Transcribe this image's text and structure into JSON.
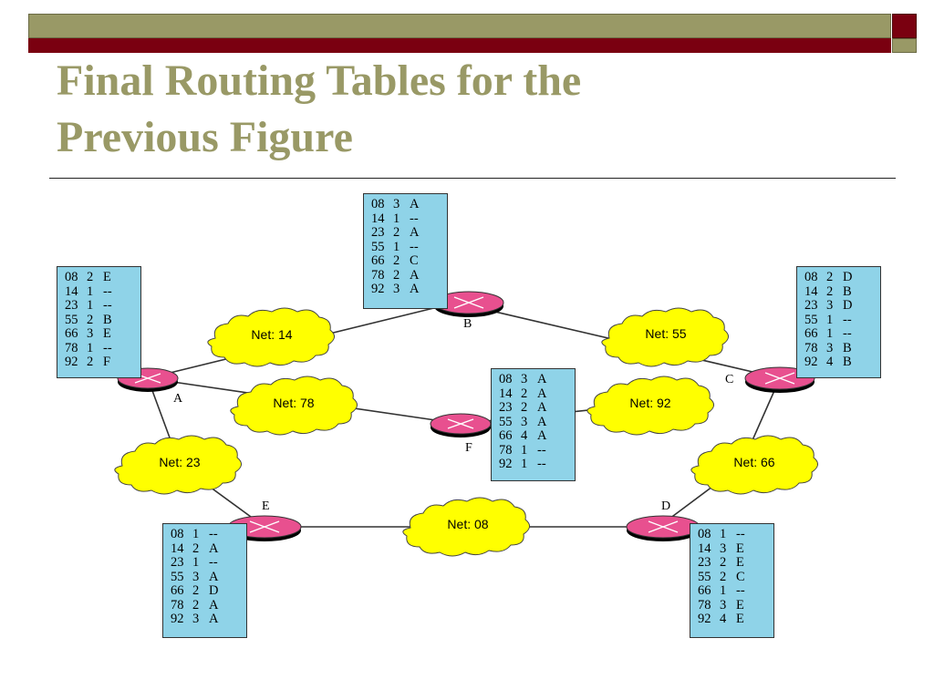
{
  "title": "Final Routing Tables for the Previous Figure",
  "title_lines": [
    "Final Routing Tables for the",
    "Previous Figure"
  ],
  "colors": {
    "header_olive": "#999966",
    "header_red": "#7a0010",
    "router": "#e8508f",
    "cloud": "#ffff00",
    "table": "#8fd3e8"
  },
  "routers": {
    "A": {
      "label": "A",
      "table": [
        [
          "08",
          "2",
          "E"
        ],
        [
          "14",
          "1",
          "--"
        ],
        [
          "23",
          "1",
          "--"
        ],
        [
          "55",
          "2",
          "B"
        ],
        [
          "66",
          "3",
          "E"
        ],
        [
          "78",
          "1",
          "--"
        ],
        [
          "92",
          "2",
          "F"
        ]
      ]
    },
    "B": {
      "label": "B",
      "table": [
        [
          "08",
          "3",
          "A"
        ],
        [
          "14",
          "1",
          "--"
        ],
        [
          "23",
          "2",
          "A"
        ],
        [
          "55",
          "1",
          "--"
        ],
        [
          "66",
          "2",
          "C"
        ],
        [
          "78",
          "2",
          "A"
        ],
        [
          "92",
          "3",
          "A"
        ]
      ]
    },
    "C": {
      "label": "C",
      "table": [
        [
          "08",
          "2",
          "D"
        ],
        [
          "14",
          "2",
          "B"
        ],
        [
          "23",
          "3",
          "D"
        ],
        [
          "55",
          "1",
          "--"
        ],
        [
          "66",
          "1",
          "--"
        ],
        [
          "78",
          "3",
          "B"
        ],
        [
          "92",
          "4",
          "B"
        ]
      ]
    },
    "D": {
      "label": "D",
      "table": [
        [
          "08",
          "1",
          "--"
        ],
        [
          "14",
          "3",
          "E"
        ],
        [
          "23",
          "2",
          "E"
        ],
        [
          "55",
          "2",
          "C"
        ],
        [
          "66",
          "1",
          "--"
        ],
        [
          "78",
          "3",
          "E"
        ],
        [
          "92",
          "4",
          "E"
        ]
      ]
    },
    "E": {
      "label": "E",
      "table": [
        [
          "08",
          "1",
          "--"
        ],
        [
          "14",
          "2",
          "A"
        ],
        [
          "23",
          "1",
          "--"
        ],
        [
          "55",
          "3",
          "A"
        ],
        [
          "66",
          "2",
          "D"
        ],
        [
          "78",
          "2",
          "A"
        ],
        [
          "92",
          "3",
          "A"
        ]
      ]
    },
    "F": {
      "label": "F",
      "table": [
        [
          "08",
          "3",
          "A"
        ],
        [
          "14",
          "2",
          "A"
        ],
        [
          "23",
          "2",
          "A"
        ],
        [
          "55",
          "3",
          "A"
        ],
        [
          "66",
          "4",
          "A"
        ],
        [
          "78",
          "1",
          "--"
        ],
        [
          "92",
          "1",
          "--"
        ]
      ]
    }
  },
  "networks": {
    "n14": "Net: 14",
    "n55": "Net: 55",
    "n78": "Net: 78",
    "n92": "Net: 92",
    "n23": "Net: 23",
    "n66": "Net: 66",
    "n08": "Net: 08"
  }
}
